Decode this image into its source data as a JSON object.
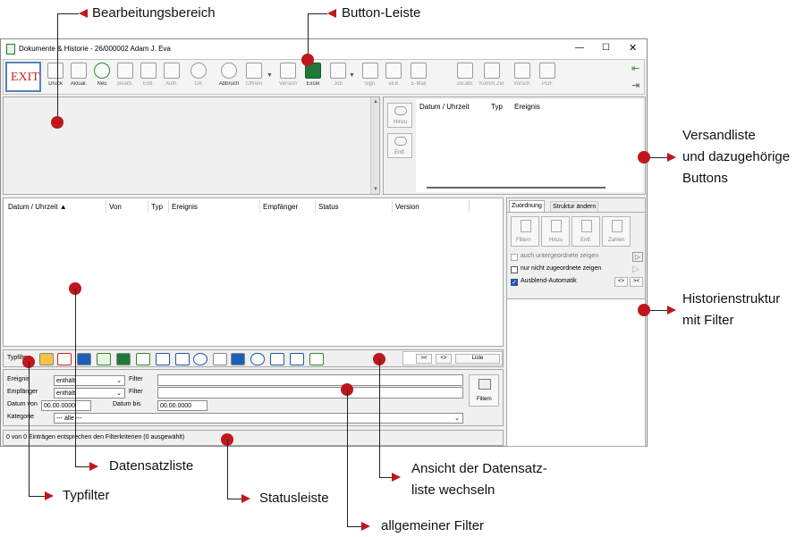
{
  "window": {
    "title": "Dokumente & Historie - 26/000002 Adam J. Eva",
    "controls": {
      "minimize": "—",
      "maximize": "☐",
      "close": "✕"
    }
  },
  "toolbar": {
    "buttons": [
      {
        "label": "EXIT"
      },
      {
        "label": "Druck"
      },
      {
        "label": "Aktual."
      },
      {
        "label": "Neu"
      },
      {
        "label": "Bearb."
      },
      {
        "label": "Entf."
      },
      {
        "label": "Aufh."
      },
      {
        "label": "OK"
      },
      {
        "label": "Abbruch"
      },
      {
        "label": "Öffnen"
      },
      {
        "label": "Version"
      },
      {
        "label": "Excel"
      },
      {
        "label": "Job"
      },
      {
        "label": "Sign."
      },
      {
        "label": "eEB"
      },
      {
        "label": "E-Mail"
      },
      {
        "label": "Zw.abl."
      },
      {
        "label": "Komm.Zen."
      },
      {
        "label": "Vorsch."
      },
      {
        "label": "PDF"
      }
    ]
  },
  "versand": {
    "buttons": [
      {
        "label": "Hinzu"
      },
      {
        "label": "Entf."
      }
    ],
    "columns": [
      "Datum / Uhrzeit",
      "Typ",
      "Ereignis"
    ]
  },
  "records": {
    "columns": [
      "Datum / Uhrzeit ▲",
      "Von",
      "Typ",
      "Ereignis",
      "Empfänger",
      "Status",
      "Version"
    ]
  },
  "history": {
    "tabs": [
      "Zuordnung",
      "Struktur ändern"
    ],
    "buttons": [
      {
        "label": "Filtern"
      },
      {
        "label": "Hinzu"
      },
      {
        "label": "Entf."
      },
      {
        "label": "Zahlen"
      }
    ],
    "options": [
      {
        "label": "auch untergeordnete zeigen",
        "checked": false
      },
      {
        "label": "nur nicht zugeordnete zeigen",
        "checked": false
      },
      {
        "label": "Ausblend-Automatik",
        "checked": true
      }
    ],
    "expand_label": "<>",
    "collapse_label": "><"
  },
  "typfilter": {
    "label": "Typfilter:",
    "view_buttons": [
      "><",
      "<>",
      "Liste"
    ]
  },
  "filter": {
    "ereignis_label": "Ereignis",
    "ereignis_op": "enthält",
    "empfaenger_label": "Empfänger",
    "empfaenger_op": "enthält",
    "filter_word": "Filter",
    "datum_von_label": "Datum von",
    "datum_von": "00.00.0000",
    "datum_bis_label": "Datum bis",
    "datum_bis": "00.00.0000",
    "kategorie_label": "Kategorie",
    "kategorie_value": "--- alle ---",
    "filter_button": "Filtern"
  },
  "status": {
    "text": "0 von 0 Einträgen entsprechen den Filterkriterien (0 ausgewählt)"
  },
  "callouts": {
    "bearbeitungsbereich": "Bearbeitungsbereich",
    "button_leiste": "Button-Leiste",
    "versandliste_1": "Versandliste",
    "versandliste_2": "und dazugehörige",
    "versandliste_3": "Buttons",
    "historienstruktur_1": "Historienstruktur",
    "historienstruktur_2": "mit Filter",
    "datensatzliste": "Datensatzliste",
    "typfilter": "Typfilter",
    "statusleiste": "Statusleiste",
    "ansicht_1": "Ansicht der Datensatz-",
    "ansicht_2": "liste wechseln",
    "allgemeiner_filter": "allgemeiner Filter"
  },
  "colors": {
    "callout_red": "#c0161d",
    "exit_red": "#d42020",
    "excel_green": "#1f7a3a"
  }
}
